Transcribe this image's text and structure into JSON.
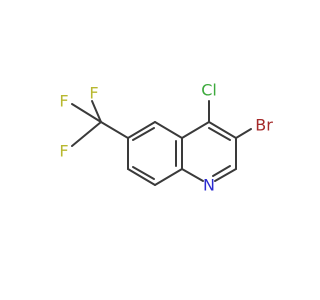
{
  "molecule": {
    "atoms": {
      "f1": {
        "symbol": "F",
        "color": "#b8b830"
      },
      "f2": {
        "symbol": "F",
        "color": "#b8b830"
      },
      "f3": {
        "symbol": "F",
        "color": "#b8b830"
      },
      "cl": {
        "symbol": "Cl",
        "color": "#3daa3d"
      },
      "br": {
        "symbol": "Br",
        "color": "#a52a2a"
      },
      "n": {
        "symbol": "N",
        "color": "#2a2ad0"
      }
    },
    "bond_color": "#3a3a3a"
  }
}
